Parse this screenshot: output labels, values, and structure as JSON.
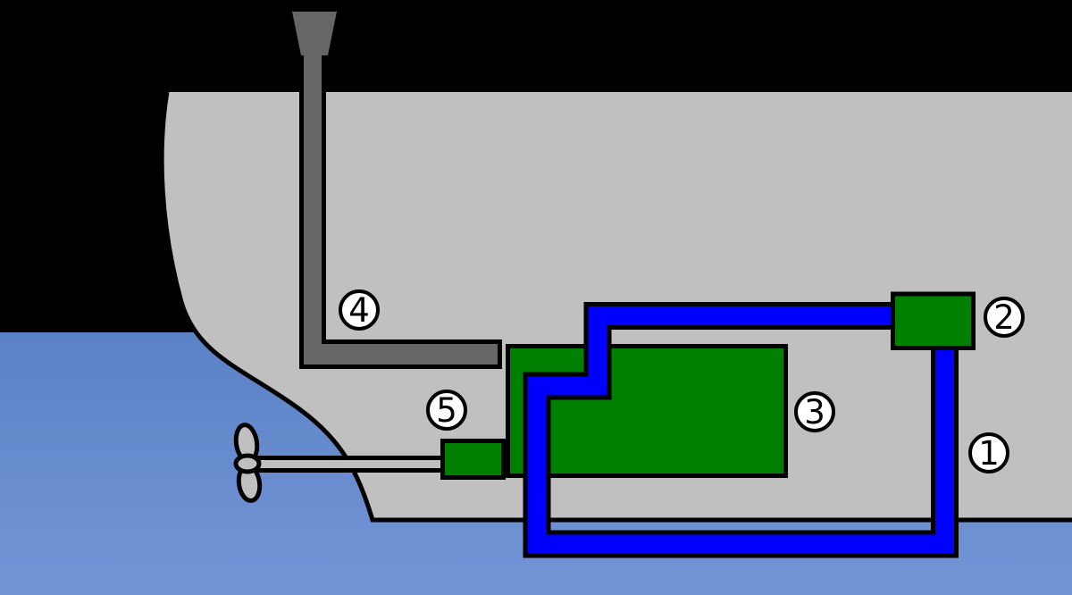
{
  "diagram": {
    "labels": [
      {
        "text": "1"
      },
      {
        "text": "2"
      },
      {
        "text": "3"
      },
      {
        "text": "4"
      },
      {
        "text": "5"
      }
    ]
  },
  "colors": {
    "background": "#000000",
    "water_top": "#5b82c6",
    "water_bottom": "#7395d6",
    "hull": "#c0c0c0",
    "exhaust_gray": "#666666",
    "engine_green": "#008000",
    "pipe_blue": "#0000ff",
    "outline": "#000000",
    "label_bg": "#ffffff",
    "shaft_gray": "#c0c0c0"
  }
}
